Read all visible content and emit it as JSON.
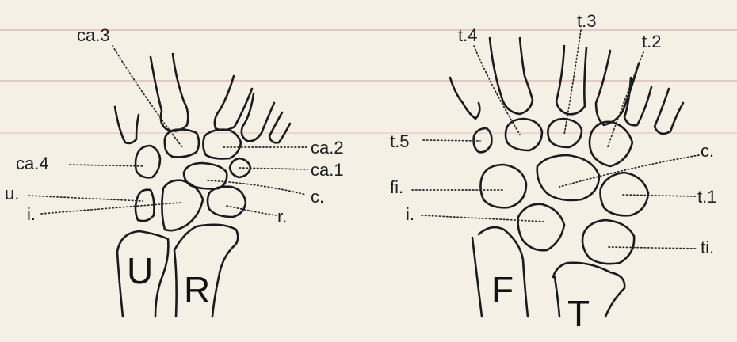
{
  "colors": {
    "paper": "#f4f0e6",
    "ink": "#1b1b1b",
    "ruled_line": "#e7c6c6"
  },
  "hand": {
    "labels": {
      "ca3": "ca.3",
      "ca4": "ca.4",
      "ca2": "ca.2",
      "ca1": "ca.1",
      "c": "c.",
      "u": "u.",
      "i": "i.",
      "r": "r."
    },
    "bones": {
      "ulna": "U",
      "radius": "R"
    }
  },
  "foot": {
    "labels": {
      "t4": "t.4",
      "t3": "t.3",
      "t2": "t.2",
      "t5": "t.5",
      "c": "c.",
      "fi": "fi.",
      "t1": "t.1",
      "i": "i.",
      "ti": "ti."
    },
    "bones": {
      "fibula": "F",
      "tibia": "T"
    }
  }
}
